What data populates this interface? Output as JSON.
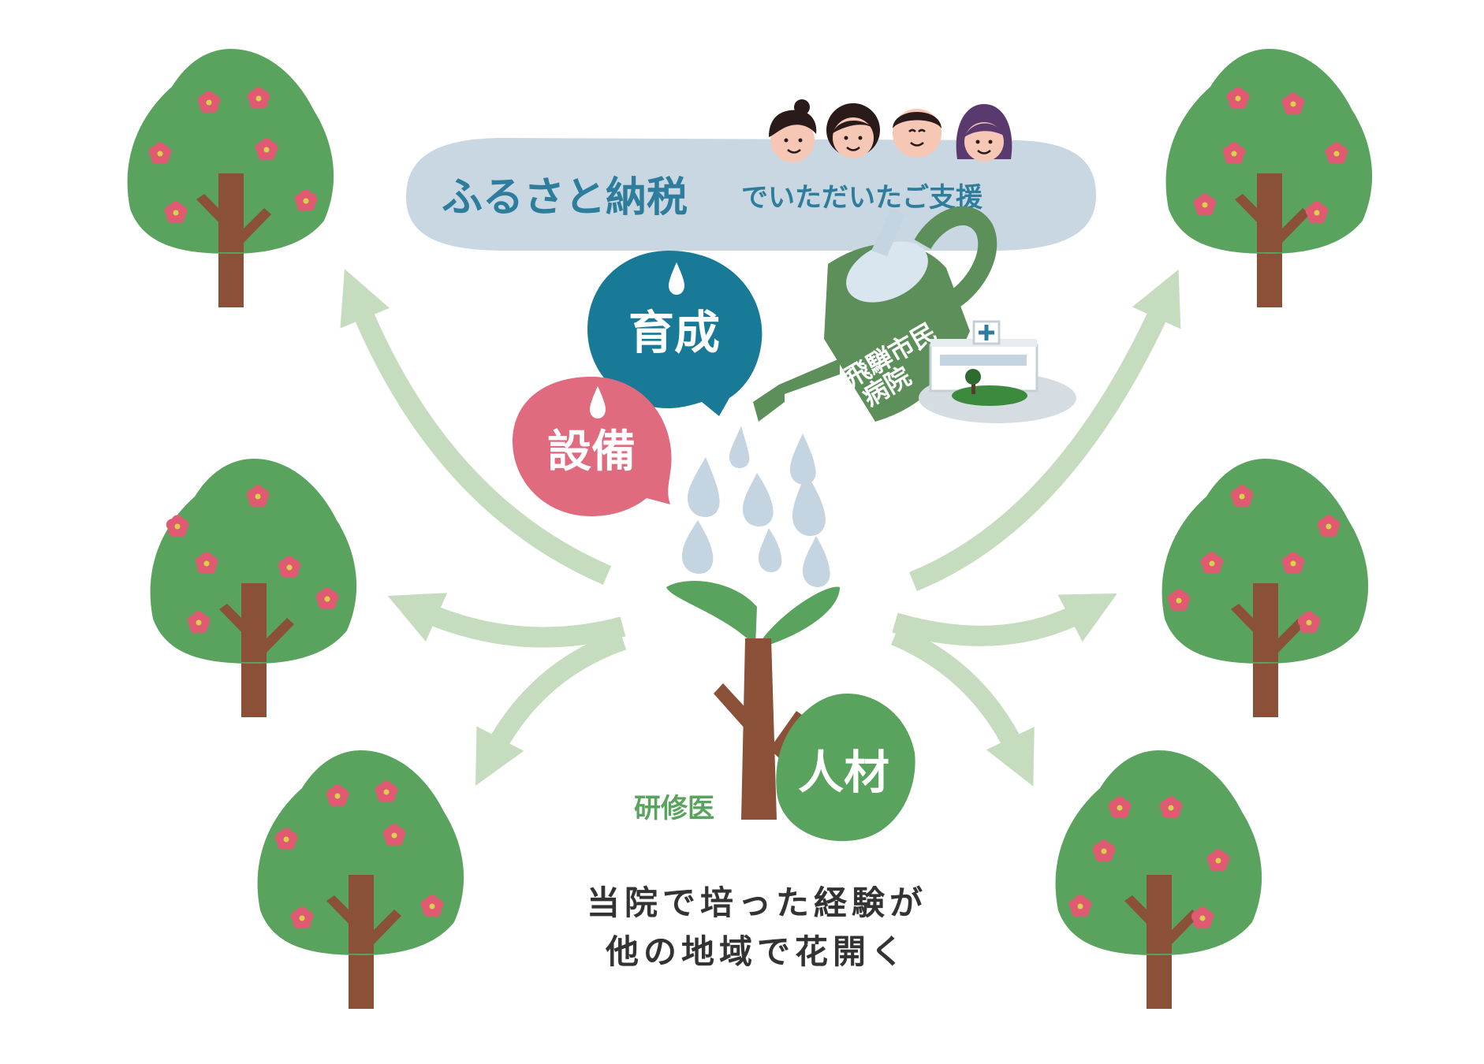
{
  "support_banner": {
    "main": "ふるさと納税",
    "sub": "でいただいたご支援"
  },
  "bubbles": {
    "training": "育成",
    "equipment": "設備"
  },
  "watering_can": {
    "line1": "飛騨市民",
    "line2": "病院"
  },
  "sprout": {
    "label": "人材",
    "side_label": "研修医"
  },
  "message": {
    "line1": "当院で培った経験が",
    "line2": "他の地域で花開く"
  },
  "colors": {
    "tree_green": "#5aa35e",
    "trunk_brown": "#8a5038",
    "flower_pink": "#e05a72",
    "flower_center": "#d8d24a",
    "arrow_green": "#c6dcbf",
    "banner_blue": "#c9d7e2",
    "banner_text": "#2e7d9c",
    "bubble_teal": "#197a97",
    "bubble_pink": "#e06a7e",
    "can_green": "#5c8f5a",
    "water_blue": "#c4d4e0",
    "sprout_green": "#5aa35e",
    "label_green": "#5aa35e",
    "message_text": "#333333"
  }
}
